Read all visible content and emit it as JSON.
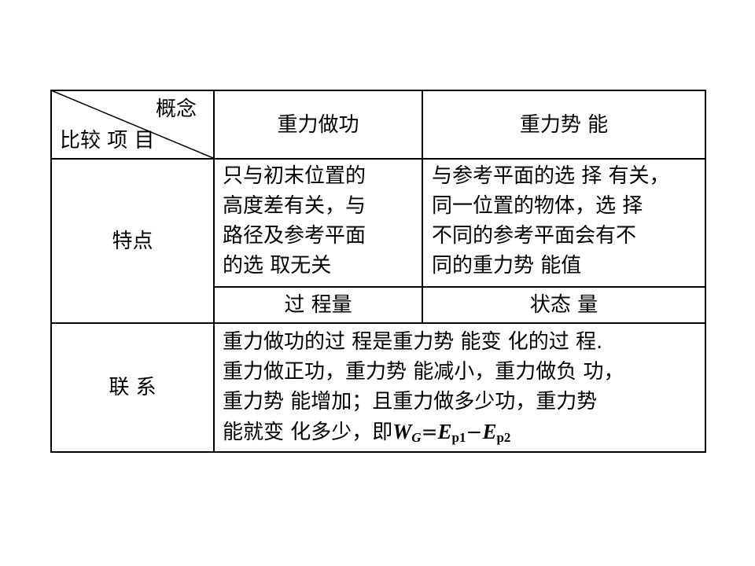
{
  "header": {
    "corner_top": "概念",
    "corner_bottom": "比较 项 目",
    "col1": "重力做功",
    "col2": "重力势 能"
  },
  "features": {
    "label": "特点",
    "col1_lines": [
      "只与初末位置的",
      "高度差有关，与",
      "路径及参考平面",
      "的选 取无关"
    ],
    "col2_lines": [
      "与参考平面的选 择 有关，",
      "同一位置的物体，选 择",
      "不同的参考平面会有不",
      "同的重力势 能值"
    ],
    "col1_type": "过 程量",
    "col2_type": "状态 量"
  },
  "relation": {
    "label": "联 系",
    "lines": [
      "重力做功的过 程是重力势 能变 化的过 程.",
      "重力做正功，重力势 能减小，重力做负 功，",
      "重力势 能增加；且重力做多少功，重力势"
    ],
    "last_line_prefix": "能就变 化多少，即",
    "formula": {
      "w": "W",
      "w_sub": "G",
      "eq": "=",
      "e1": "E",
      "e1_sub": "p1",
      "minus": "−",
      "e2": "E",
      "e2_sub": "p2"
    }
  }
}
